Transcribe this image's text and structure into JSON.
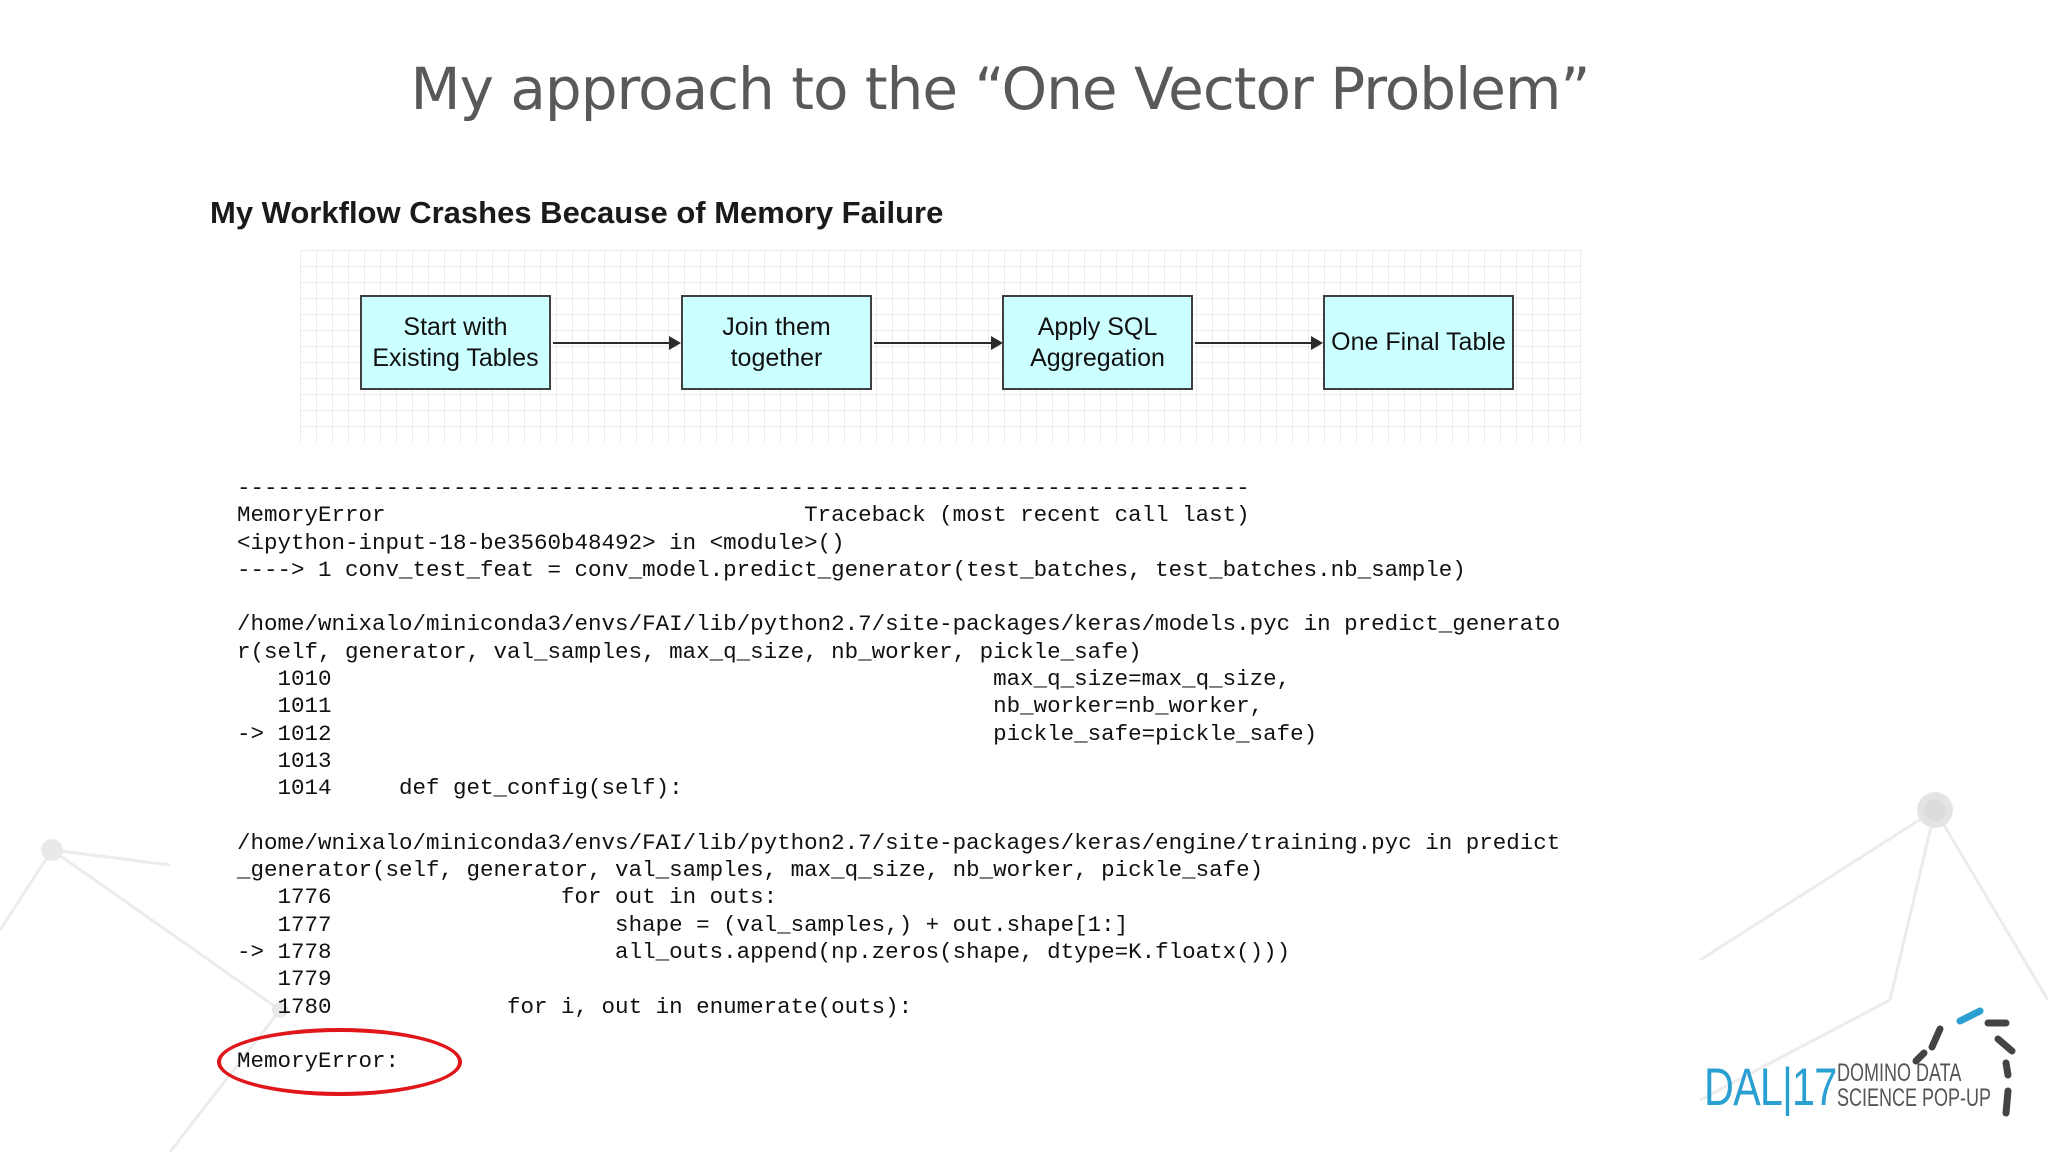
{
  "slide": {
    "title": "My approach to the “One Vector Problem”"
  },
  "workflow": {
    "heading": "My Workflow Crashes Because of Memory Failure",
    "steps": [
      {
        "label": "Start with\nExisting Tables"
      },
      {
        "label": "Join them\ntogether"
      },
      {
        "label": "Apply SQL\nAggregation"
      },
      {
        "label": "One Final Table"
      }
    ]
  },
  "traceback": {
    "lines": [
      "---------------------------------------------------------------------------",
      "MemoryError                               Traceback (most recent call last)",
      "<ipython-input-18-be3560b48492> in <module>()",
      "----> 1 conv_test_feat = conv_model.predict_generator(test_batches, test_batches.nb_sample)",
      "",
      "/home/wnixalo/miniconda3/envs/FAI/lib/python2.7/site-packages/keras/models.pyc in predict_generato",
      "r(self, generator, val_samples, max_q_size, nb_worker, pickle_safe)",
      "   1010                                                 max_q_size=max_q_size,",
      "   1011                                                 nb_worker=nb_worker,",
      "-> 1012                                                 pickle_safe=pickle_safe)",
      "   1013",
      "   1014     def get_config(self):",
      "",
      "/home/wnixalo/miniconda3/envs/FAI/lib/python2.7/site-packages/keras/engine/training.pyc in predict",
      "_generator(self, generator, val_samples, max_q_size, nb_worker, pickle_safe)",
      "   1776                 for out in outs:",
      "   1777                     shape = (val_samples,) + out.shape[1:]",
      "-> 1778                     all_outs.append(np.zeros(shape, dtype=K.floatx()))",
      "   1779",
      "   1780             for i, out in enumerate(outs):",
      "",
      "MemoryError:"
    ]
  },
  "logo": {
    "text": "DAL|17",
    "subtitle_line1": "DOMINO DATA",
    "subtitle_line2": "SCIENCE POP-UP",
    "colors": {
      "blue": "#2a9fd1",
      "dark": "#444444"
    }
  },
  "colors": {
    "title": "#595959",
    "box_fill": "#ccffff",
    "highlight_circle": "#e0161b"
  }
}
